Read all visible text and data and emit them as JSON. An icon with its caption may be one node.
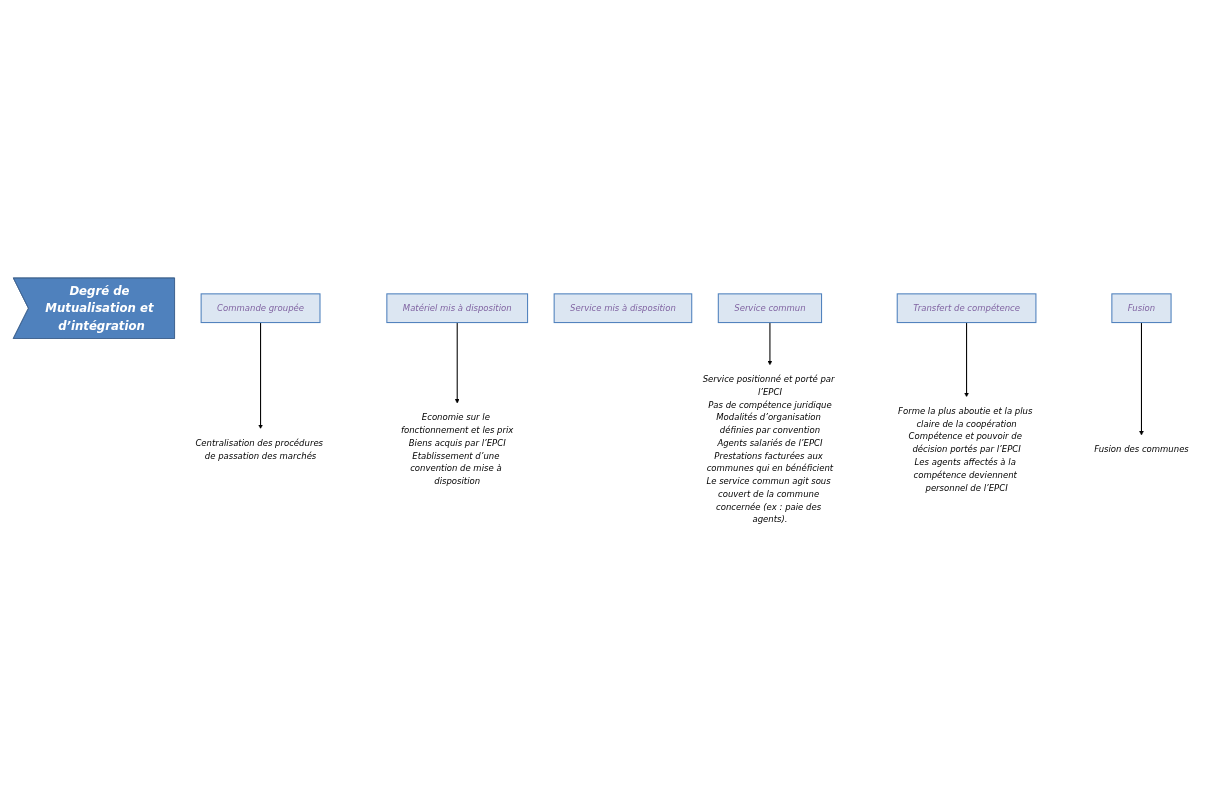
{
  "diagram": {
    "nodes": [
      {
        "text": [
          "Degré de Mutualisation et d’intégration"
        ]
      },
      {
        "text": [
          "Commande groupée"
        ]
      },
      {
        "text": [
          "Matériel mis à disposition"
        ]
      },
      {
        "text": [
          "Service mis à disposition"
        ]
      },
      {
        "text": [
          "Service commun"
        ]
      },
      {
        "text": [
          "Transfert de compétence"
        ]
      },
      {
        "text": [
          "Fusion"
        ]
      },
      {
        "text": [
          "Centralisation des procédures de passation des marchés"
        ]
      },
      {
        "text": [
          "Economie sur le fonctionnement et les prix",
          "Biens acquis par l’EPCI",
          "Etablissement d’une convention de mise à disposition"
        ]
      },
      {
        "text": [
          "Service positionné et porté par l’EPCI",
          "Pas de compétence juridique",
          "Modalités d’organisation définies par convention",
          "Agents salariés de l’EPCI",
          "Prestations facturées aux communes qui en bénéficient",
          "Le service commun agit sous couvert de la commune concernée (ex : paie des agents)."
        ]
      },
      {
        "text": [
          "Forme la plus aboutie et la plus claire de la coopération",
          "Compétence et pouvoir de décision portés par l’EPCI",
          "Les agents affectés à la compétence deviennent personnel de l’EPCI"
        ]
      },
      {
        "text": [
          "Fusion des communes"
        ]
      }
    ],
    "edges": [
      {
        "from": 1,
        "to": 7,
        "arrow": "to"
      },
      {
        "from": 2,
        "to": 8,
        "arrow": "to"
      },
      {
        "from": 4,
        "to": 9,
        "arrow": "to"
      },
      {
        "from": 5,
        "to": 10,
        "arrow": "to"
      },
      {
        "from": 6,
        "to": 11,
        "arrow": "to"
      }
    ]
  }
}
